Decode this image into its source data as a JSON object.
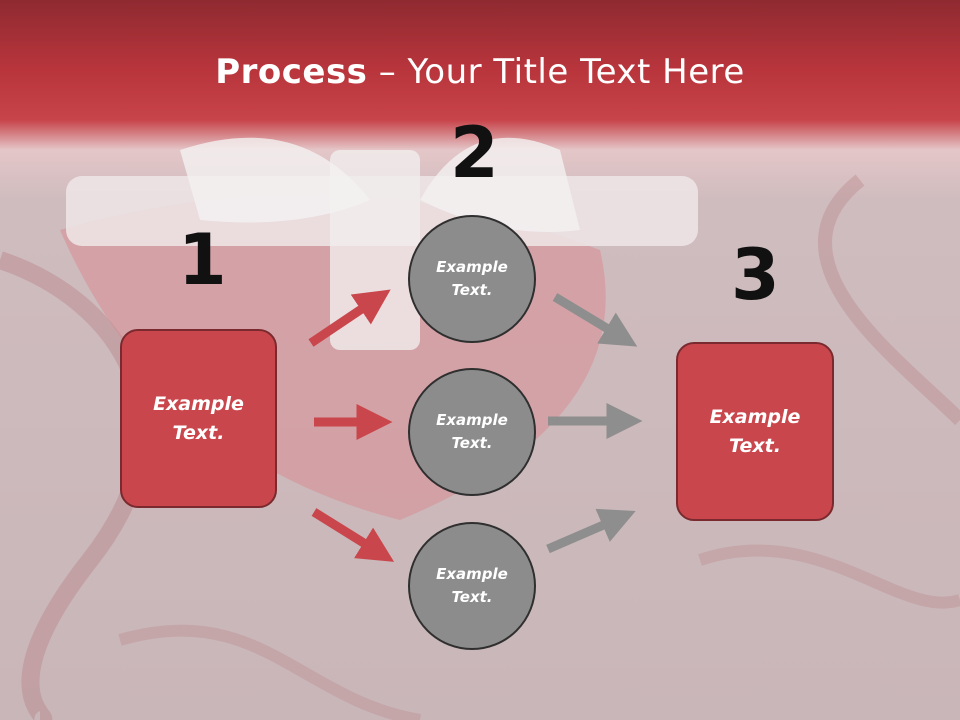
{
  "title": {
    "bold": "Process",
    "rest": " – Your Title Text Here"
  },
  "step_numbers": [
    "1",
    "2",
    "3"
  ],
  "left_box": {
    "text": "Example\nText."
  },
  "right_box": {
    "text": "Example\nText."
  },
  "circles": [
    {
      "text": "Example\nText."
    },
    {
      "text": "Example\nText."
    },
    {
      "text": "Example\nText."
    }
  ],
  "colors": {
    "red_box": "#c9474c",
    "red_arrow": "#c9474c",
    "gray_arrow": "#8e8e8e",
    "circle": "#8c8c8c"
  }
}
